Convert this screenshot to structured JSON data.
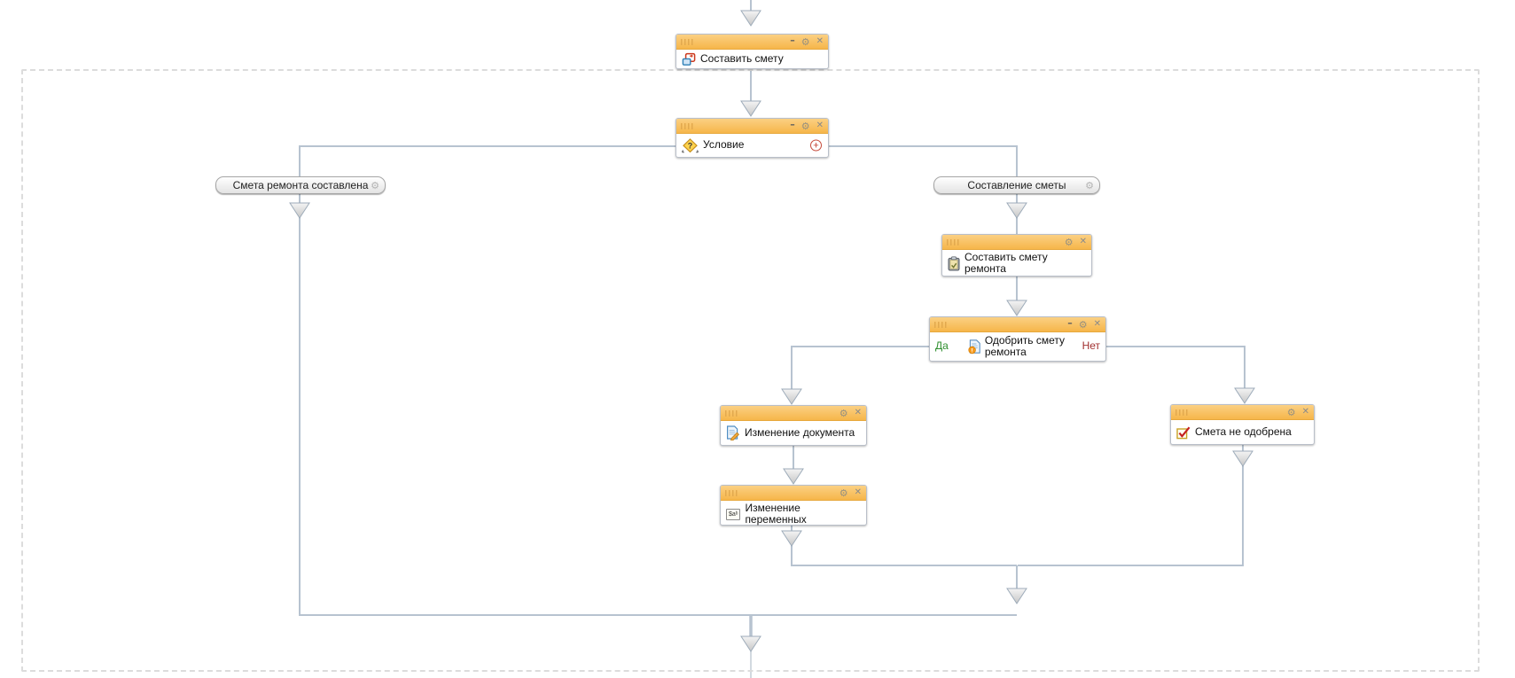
{
  "window_controls": {
    "minimize": "–",
    "gear": "⚙",
    "close": "✕"
  },
  "nodes": {
    "make_estimate": "Составить смету",
    "condition": "Условие",
    "make_repair_estimate": "Составить смету ремонта",
    "approve_repair_estimate": "Одобрить смету ремонта",
    "approve_yes": "Да",
    "approve_no": "Нет",
    "change_document": "Изменение документа",
    "estimate_not_approved": "Смета не одобрена",
    "change_variables": "Изменение переменных"
  },
  "branch_labels": {
    "left": "Смета ремонта составлена",
    "right": "Составление сметы"
  },
  "condition_add_button": "+",
  "icon_glyphs": {
    "condition_question": "?",
    "approve_alert": "!",
    "variables": "$aᵇ"
  },
  "colors": {
    "header_orange_top": "#fbd083",
    "header_orange_bottom": "#f6b64a",
    "connector_line": "#b7c3d0",
    "arrow_fill": "#d9d9d9",
    "yes_green": "#2f8f2f",
    "no_red": "#a12f2f",
    "dashed_border": "#dcdcdc"
  }
}
